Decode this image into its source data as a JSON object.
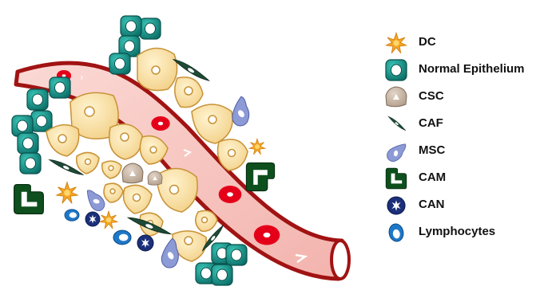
{
  "legend": {
    "items": [
      {
        "label": "DC",
        "icon": "dendritic-cell-icon",
        "color": "#f5a623"
      },
      {
        "label": "Normal Epithelium",
        "icon": "normal-epithelium-icon",
        "color": "#16958c"
      },
      {
        "label": "CSC",
        "icon": "cancer-stem-cell-icon",
        "color": "#c9b8a8"
      },
      {
        "label": "CAF",
        "icon": "fibroblast-icon",
        "color": "#1e4a36"
      },
      {
        "label": "MSC",
        "icon": "mesenchymal-stem-cell-icon",
        "color": "#8c9ad6"
      },
      {
        "label": "CAM",
        "icon": "macrophage-icon",
        "color": "#0e4f1e"
      },
      {
        "label": "CAN",
        "icon": "neutrophil-icon",
        "color": "#1b2f7a"
      },
      {
        "label": "Lymphocytes",
        "icon": "lymphocyte-icon",
        "color": "#1e78c8"
      }
    ]
  },
  "colors": {
    "vessel_fill": "#f7c9c5",
    "vessel_stroke": "#a11313",
    "red_blood_cell": "#e5001a",
    "tumor_cell": "#f8dca0",
    "tumor_cell_stroke": "#c79236"
  }
}
